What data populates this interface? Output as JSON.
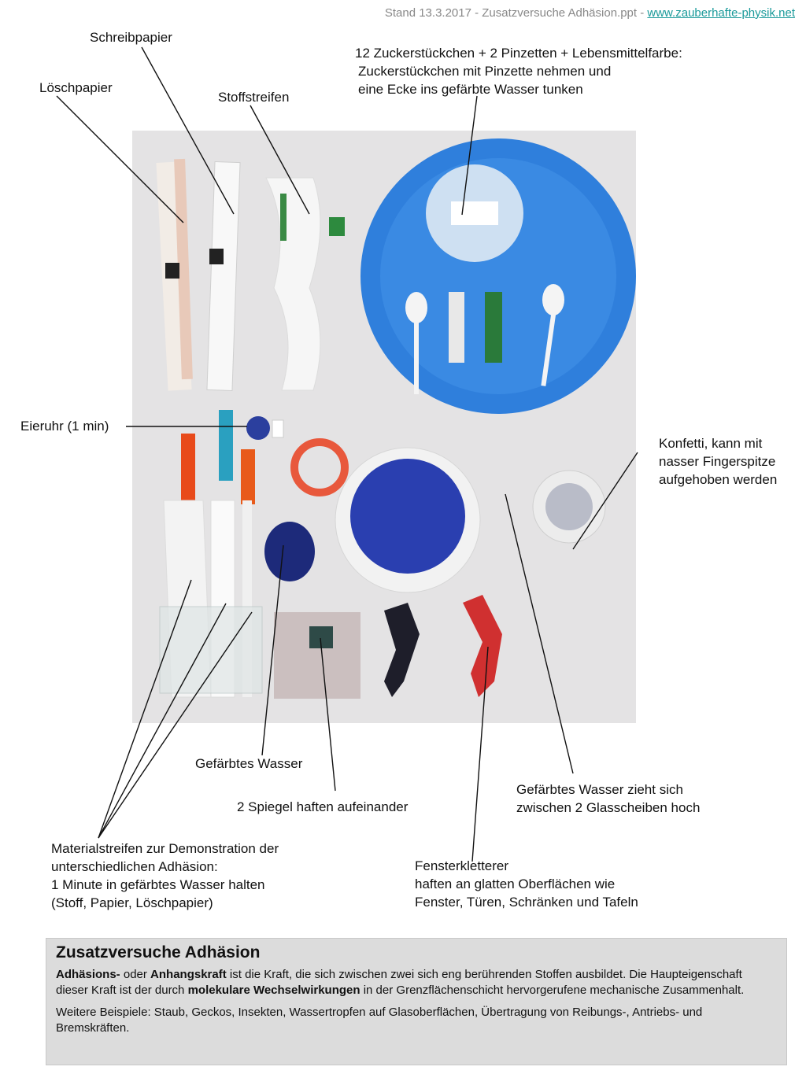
{
  "header": {
    "text": "Stand 13.3.2017 -  Zusatzversuche Adhäsion.ppt - ",
    "link": "www.zauberhafte-physik.net"
  },
  "labels": {
    "schreibpapier": "Schreibpapier",
    "loeschpapier": "Löschpapier",
    "stoffstreifen": "Stoffstreifen",
    "zucker_line1": "12 Zuckerstückchen + 2 Pinzetten + Lebensmittelfarbe:",
    "zucker_line2": "Zuckerstückchen mit Pinzette nehmen und",
    "zucker_line3": "eine Ecke ins gefärbte Wasser tunken",
    "eieruhr": "Eieruhr (1 min)",
    "konfetti_line1": "Konfetti, kann mit",
    "konfetti_line2": "nasser Fingerspitze",
    "konfetti_line3": "aufgehoben werden",
    "gefaerbtes_wasser": "Gefärbtes Wasser",
    "spiegel": "2 Spiegel haften aufeinander",
    "zieht_line1": "Gefärbtes Wasser zieht sich",
    "zieht_line2": "zwischen 2 Glasscheiben hoch",
    "material_line1": "Materialstreifen zur Demonstration der",
    "material_line2": "unterschiedlichen Adhäsion:",
    "material_line3": "1 Minute in gefärbtes Wasser halten",
    "material_line4": "(Stoff, Papier, Löschpapier)",
    "fenster_line1": "Fensterkletterer",
    "fenster_line2": "haften an glatten Oberflächen wie",
    "fenster_line3": "Fenster, Türen, Schränken und Tafeln"
  },
  "infobox": {
    "title": "Zusatzversuche Adhäsion",
    "p1_a": "Adhäsions-",
    "p1_b": " oder ",
    "p1_c": "Anhangskraft",
    "p1_d": " ist die Kraft, die sich zwischen zwei sich eng berührenden Stoffen ausbildet. Die Haupteigenschaft dieser Kraft ist der durch ",
    "p1_e": "molekulare Wechselwirkungen",
    "p1_f": " in der Grenzflächenschicht hervorgerufene mechanische Zusammenhalt.",
    "p2": "Weitere Beispiele: Staub, Geckos, Insekten, Wassertropfen auf Glasoberflächen, Übertragung von Reibungs-, Antriebs- und Bremskräften."
  },
  "colors": {
    "plate": "#2f7fdc",
    "bowl_water": "#2a3fb0",
    "background": "#e4e3e4",
    "link": "#1a9a9a"
  }
}
